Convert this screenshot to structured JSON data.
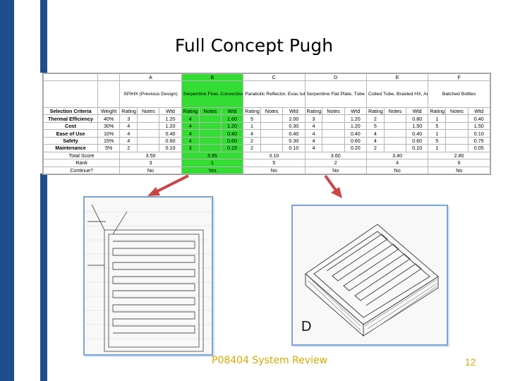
{
  "slide": {
    "title": "Full Concept Pugh",
    "footer": "P08404 System Review",
    "page_number": "12",
    "sketch_label": "D"
  },
  "pugh": {
    "concept_letters": [
      "A",
      "B",
      "C",
      "D",
      "E",
      "F"
    ],
    "concept_names": [
      "SPIHX (Previous Design)",
      "Serpentine Flow, Convective loop Circulation, Coiled Tube in Tube HX, Business Temp Regulation",
      "Parabolic Reflector, Evac tube collector, Tube in Tube HX, Automotive thermostat",
      "Serpentine Flat Plate, Tube in Tube HX, Automotive thermostat",
      "Coiled Tube, Braided HX, Automotive Thermostat",
      "Batched Bottles"
    ],
    "header_criteria": "Selection Criteria",
    "header_weight": "Weight",
    "header_rating": "Rating",
    "header_notes": "Notes",
    "header_wtd": "Wtd",
    "criteria": [
      {
        "name": "Thermal Efficiency",
        "weight": "40%",
        "cells": [
          [
            "3",
            "1.20"
          ],
          [
            "4",
            "1.60"
          ],
          [
            "5",
            "2.00"
          ],
          [
            "3",
            "1.20"
          ],
          [
            "2",
            "0.80"
          ],
          [
            "1",
            "0.40"
          ]
        ]
      },
      {
        "name": "Cost",
        "weight": "30%",
        "cells": [
          [
            "4",
            "1.20"
          ],
          [
            "4",
            "1.20"
          ],
          [
            "1",
            "0.30"
          ],
          [
            "4",
            "1.20"
          ],
          [
            "5",
            "1.50"
          ],
          [
            "5",
            "1.50"
          ]
        ]
      },
      {
        "name": "Ease of Use",
        "weight": "10%",
        "cells": [
          [
            "4",
            "0.40"
          ],
          [
            "4",
            "0.40"
          ],
          [
            "4",
            "0.40"
          ],
          [
            "4",
            "0.40"
          ],
          [
            "4",
            "0.40"
          ],
          [
            "1",
            "0.10"
          ]
        ]
      },
      {
        "name": "Safety",
        "weight": "15%",
        "cells": [
          [
            "4",
            "0.60"
          ],
          [
            "4",
            "0.60"
          ],
          [
            "2",
            "0.30"
          ],
          [
            "4",
            "0.60"
          ],
          [
            "4",
            "0.60"
          ],
          [
            "5",
            "0.75"
          ]
        ]
      },
      {
        "name": "Maintenance",
        "weight": "5%",
        "cells": [
          [
            "2",
            "0.10"
          ],
          [
            "3",
            "0.15"
          ],
          [
            "2",
            "0.10"
          ],
          [
            "4",
            "0.20"
          ],
          [
            "2",
            "0.10"
          ],
          [
            "1",
            "0.05"
          ]
        ]
      }
    ],
    "total_label": "Total Score",
    "totals": [
      "3.50",
      "3.95",
      "3.10",
      "3.60",
      "3.40",
      "2.80"
    ],
    "rank_label": "Rank",
    "ranks": [
      "3",
      "1",
      "5",
      "2",
      "4",
      "6"
    ],
    "continue_label": "Continue?",
    "continue": [
      "No",
      "Yes",
      "No",
      "No",
      "No",
      "No"
    ]
  },
  "colors": {
    "accent_bar": "#1f4e8c",
    "highlight": "#33dd33",
    "arrow": "#cc4444",
    "footer_text": "#d4a800"
  }
}
